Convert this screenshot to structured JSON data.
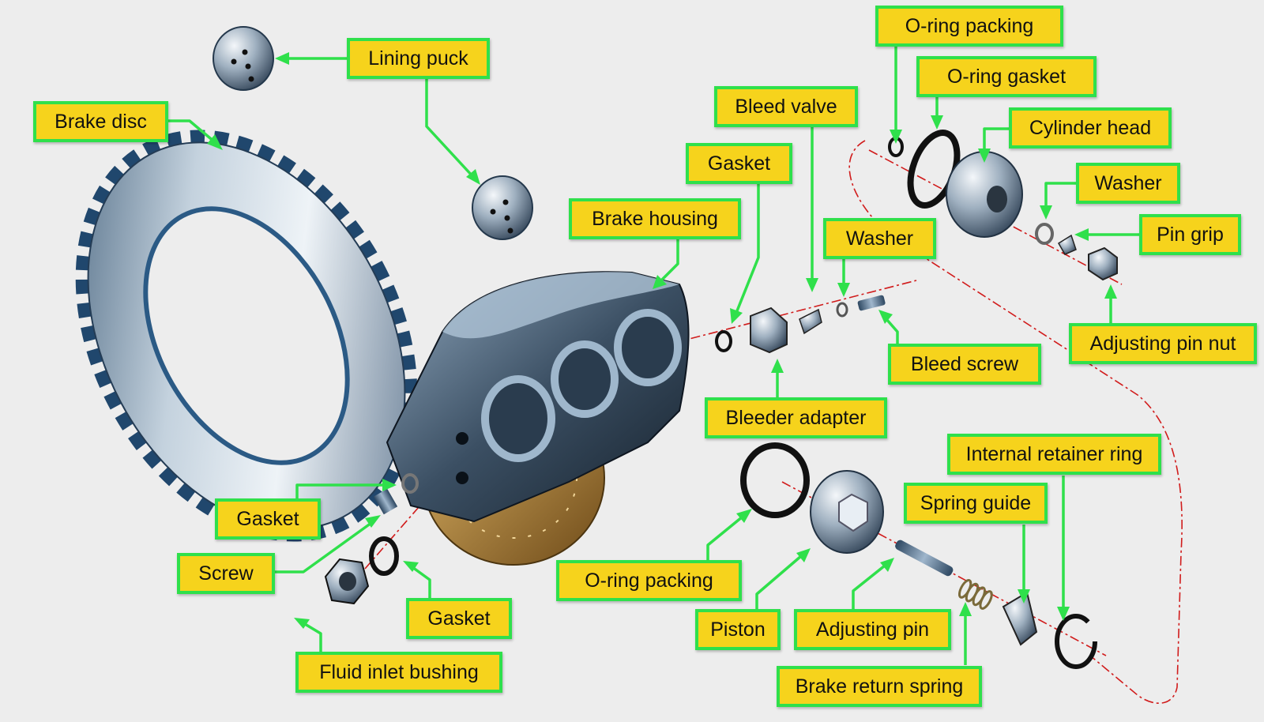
{
  "labels": {
    "lining_puck": "Lining puck",
    "brake_disc": "Brake disc",
    "o_ring_packing_top": "O-ring packing",
    "o_ring_gasket": "O-ring gasket",
    "bleed_valve": "Bleed valve",
    "cylinder_head": "Cylinder head",
    "gasket_top": "Gasket",
    "washer_right": "Washer",
    "brake_housing": "Brake housing",
    "washer_middle": "Washer",
    "pin_grip": "Pin grip",
    "adjusting_pin_nut": "Adjusting pin nut",
    "bleed_screw": "Bleed screw",
    "bleeder_adapter": "Bleeder adapter",
    "internal_retainer_ring": "Internal retainer ring",
    "spring_guide": "Spring guide",
    "gasket_left": "Gasket",
    "screw": "Screw",
    "o_ring_packing_bottom": "O-ring packing",
    "gasket_bottom": "Gasket",
    "piston": "Piston",
    "adjusting_pin": "Adjusting pin",
    "fluid_inlet_bushing": "Fluid inlet bushing",
    "brake_return_spring": "Brake return spring"
  },
  "colors": {
    "label_fill": "#f6d31c",
    "label_border": "#2fe04b",
    "leader_line": "#2fe04b",
    "axis_line": "#d11c1c",
    "background": "#ededed"
  }
}
